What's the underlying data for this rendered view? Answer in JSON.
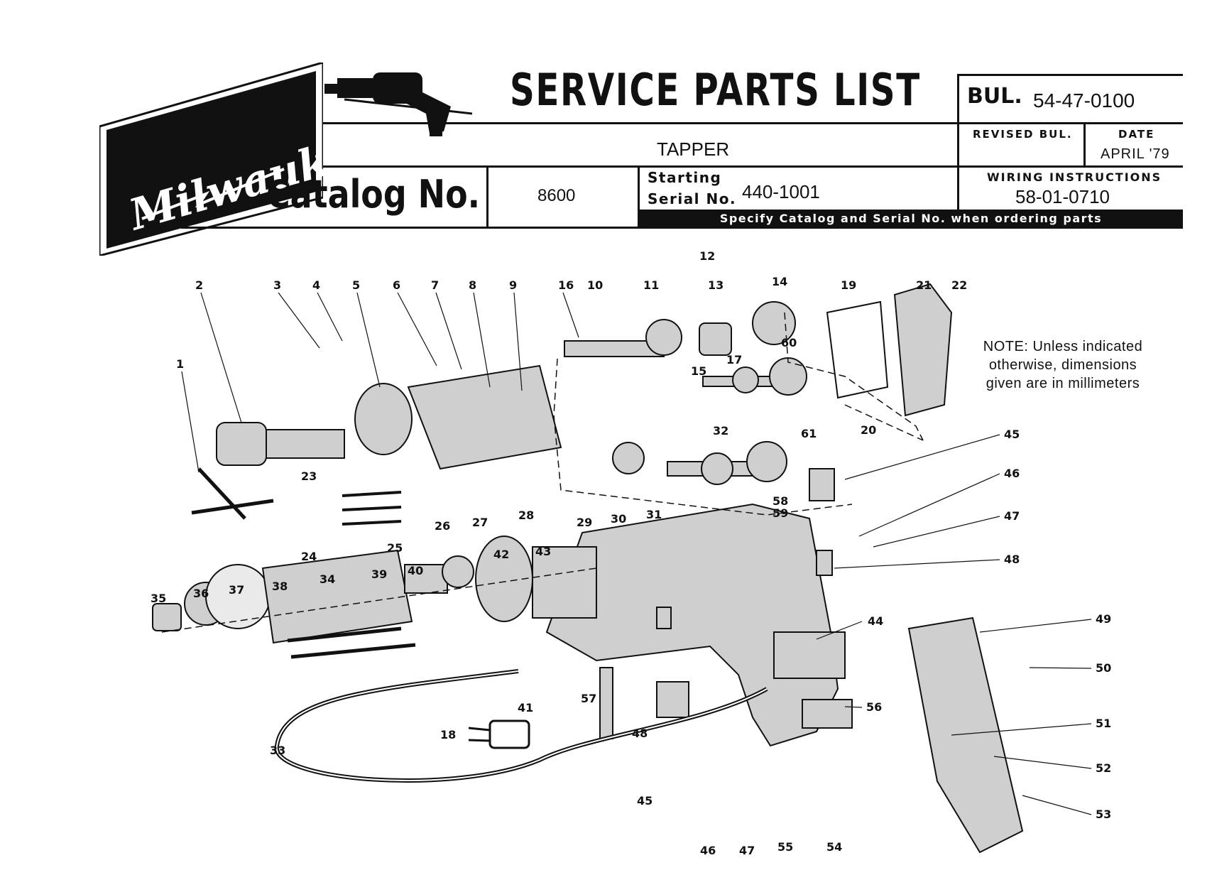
{
  "brand": {
    "logo_text": "Milwaukee"
  },
  "header": {
    "title": "SERVICE PARTS LIST",
    "bul_label": "BUL.",
    "bul_number": "54-47-0100",
    "product_name": "TAPPER",
    "revised_bul_label": "REVISED BUL.",
    "revised_bul_value": "",
    "date_label": "DATE",
    "date_value": "APRIL '79",
    "catalog_label": "Catalog No.",
    "catalog_number": "8600",
    "starting_label": "Starting",
    "serial_label": "Serial No.",
    "serial_number": "440-1001",
    "wiring_label": "WIRING INSTRUCTIONS",
    "wiring_number": "58-01-0710",
    "order_note": "Specify Catalog and Serial No. when ordering parts"
  },
  "note": {
    "line1": "NOTE: Unless indicated",
    "line2": "otherwise, dimensions",
    "line3": "given are in millimeters"
  },
  "diagram": {
    "part_numbers": [
      "1",
      "2",
      "3",
      "4",
      "5",
      "6",
      "7",
      "8",
      "9",
      "10",
      "11",
      "12",
      "13",
      "14",
      "15",
      "16",
      "17",
      "18",
      "19",
      "20",
      "21",
      "22",
      "23",
      "24",
      "25",
      "26",
      "27",
      "28",
      "29",
      "30",
      "31",
      "32",
      "33",
      "34",
      "35",
      "36",
      "37",
      "38",
      "39",
      "40",
      "41",
      "42",
      "43",
      "44",
      "45",
      "46",
      "47",
      "48",
      "49",
      "50",
      "51",
      "52",
      "53",
      "54",
      "55",
      "56",
      "57",
      "58",
      "59",
      "60",
      "61",
      "45",
      "46",
      "47",
      "48"
    ]
  }
}
